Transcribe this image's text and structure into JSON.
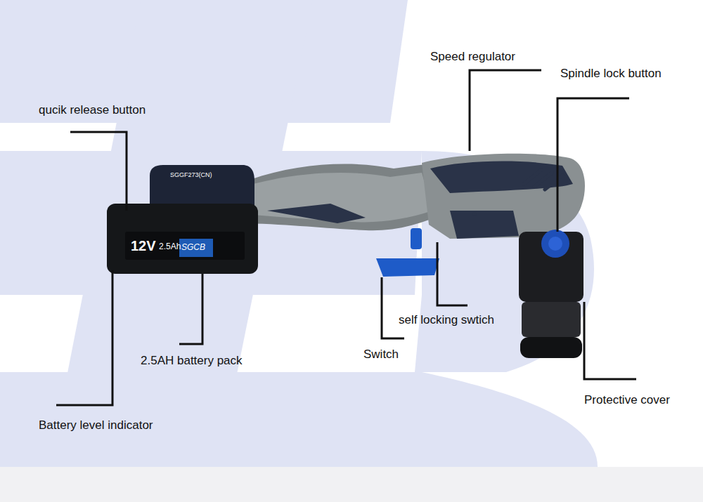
{
  "diagram": {
    "labels": [
      "Speed regulator",
      "Spindle lock button",
      "qucik release button",
      "SGGF273(CN)",
      "12V",
      "2.5Ah",
      "SGCB",
      "self locking swtich",
      "Switch",
      "2.5AH battery pack",
      "Protective cover",
      "Battery level indicator"
    ]
  }
}
